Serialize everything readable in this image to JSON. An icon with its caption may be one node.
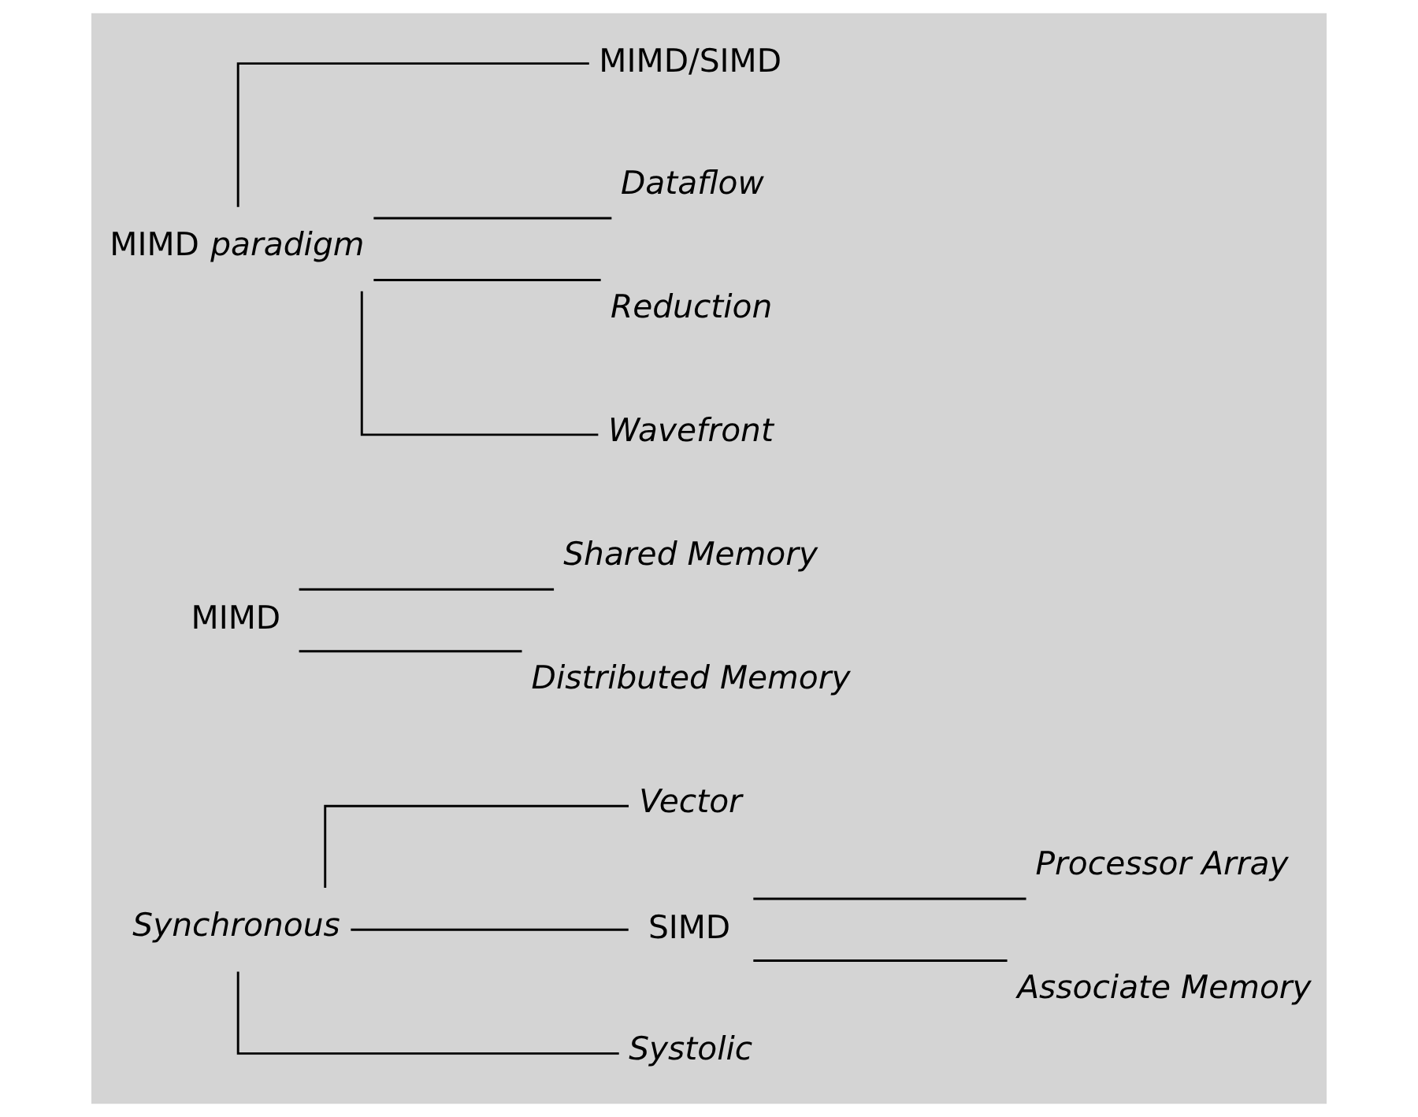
{
  "diagram": {
    "nodes": [
      {
        "text": [
          "Synchronous"
        ]
      },
      {
        "text": [
          "Vector"
        ]
      },
      {
        "text": [
          "SIMD"
        ]
      },
      {
        "text": [
          "Processor Array"
        ]
      },
      {
        "text": [
          "Associate Memory"
        ]
      },
      {
        "text": [
          "Systolic"
        ]
      },
      {
        "text": [
          "MIMD"
        ]
      },
      {
        "text": [
          "Shared Memory"
        ]
      },
      {
        "text": [
          "Distributed Memory"
        ]
      },
      {
        "text": [
          "MIMD *paradigm*"
        ]
      },
      {
        "text": [
          "MIMD/SIMD"
        ]
      },
      {
        "text": [
          "Dataflow"
        ]
      },
      {
        "text": [
          "Reduction"
        ]
      },
      {
        "text": [
          "Wavefront"
        ]
      }
    ],
    "edges": [
      {
        "from": 0,
        "to": 1,
        "arrow": "none"
      },
      {
        "from": 0,
        "to": 2,
        "arrow": "none"
      },
      {
        "from": 0,
        "to": 5,
        "arrow": "none"
      },
      {
        "from": 2,
        "to": 3,
        "arrow": "none"
      },
      {
        "from": 2,
        "to": 4,
        "arrow": "none"
      },
      {
        "from": 6,
        "to": 7,
        "arrow": "none"
      },
      {
        "from": 6,
        "to": 8,
        "arrow": "none"
      },
      {
        "from": 9,
        "to": 10,
        "arrow": "none"
      },
      {
        "from": 9,
        "to": 11,
        "arrow": "none"
      },
      {
        "from": 9,
        "to": 12,
        "arrow": "none"
      },
      {
        "from": 9,
        "to": 13,
        "arrow": "none"
      }
    ]
  }
}
